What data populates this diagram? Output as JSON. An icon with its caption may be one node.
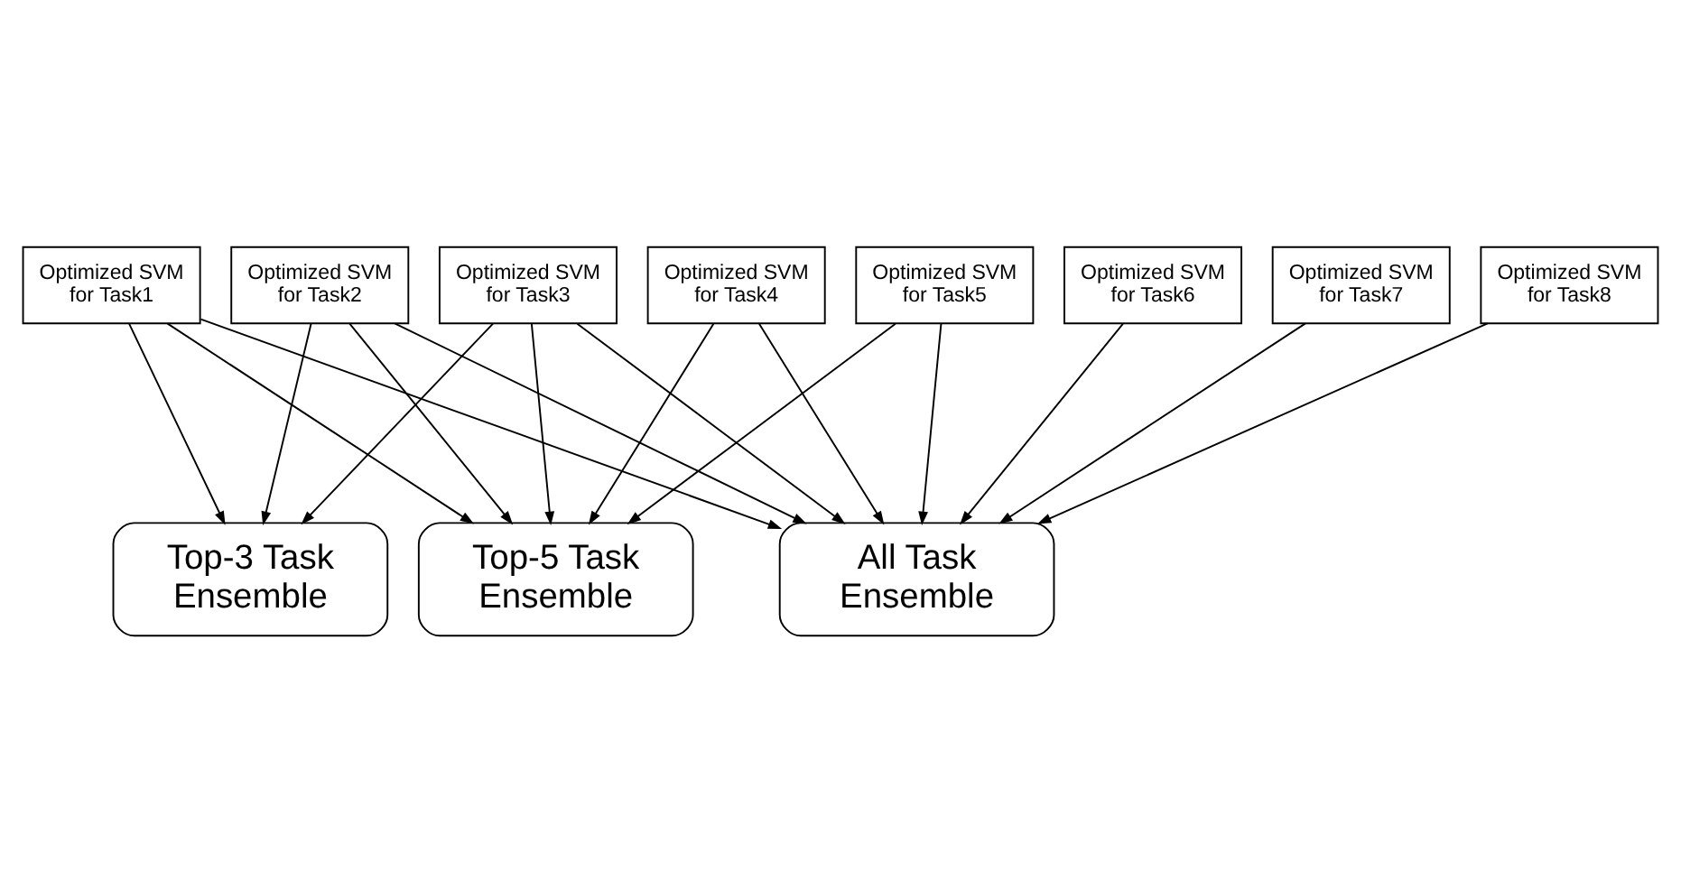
{
  "diagram": {
    "nodes": [
      {
        "text": [
          "Optimized SVM for Task1"
        ]
      },
      {
        "text": [
          "Optimized SVM for Task2"
        ]
      },
      {
        "text": [
          "Optimized SVM for Task3"
        ]
      },
      {
        "text": [
          "Optimized SVM for Task4"
        ]
      },
      {
        "text": [
          "Optimized SVM for Task5"
        ]
      },
      {
        "text": [
          "Optimized SVM for Task6"
        ]
      },
      {
        "text": [
          "Optimized SVM for Task7"
        ]
      },
      {
        "text": [
          "Optimized SVM for Task8"
        ]
      },
      {
        "text": [
          "Top-3 Task Ensemble"
        ]
      },
      {
        "text": [
          "Top-5 Task Ensemble"
        ]
      },
      {
        "text": [
          "All Task Ensemble"
        ]
      }
    ],
    "edges": [
      {
        "from": 0,
        "to": 8,
        "arrow": "to"
      },
      {
        "from": 0,
        "to": 9,
        "arrow": "to"
      },
      {
        "from": 0,
        "to": 10,
        "arrow": "to"
      },
      {
        "from": 1,
        "to": 8,
        "arrow": "to"
      },
      {
        "from": 1,
        "to": 9,
        "arrow": "to"
      },
      {
        "from": 1,
        "to": 10,
        "arrow": "to"
      },
      {
        "from": 2,
        "to": 8,
        "arrow": "to"
      },
      {
        "from": 2,
        "to": 9,
        "arrow": "to"
      },
      {
        "from": 2,
        "to": 10,
        "arrow": "to"
      },
      {
        "from": 3,
        "to": 9,
        "arrow": "to"
      },
      {
        "from": 3,
        "to": 10,
        "arrow": "to"
      },
      {
        "from": 4,
        "to": 9,
        "arrow": "to"
      },
      {
        "from": 4,
        "to": 10,
        "arrow": "to"
      },
      {
        "from": 5,
        "to": 10,
        "arrow": "to"
      },
      {
        "from": 6,
        "to": 10,
        "arrow": "to"
      },
      {
        "from": 7,
        "to": 10,
        "arrow": "to"
      }
    ]
  }
}
